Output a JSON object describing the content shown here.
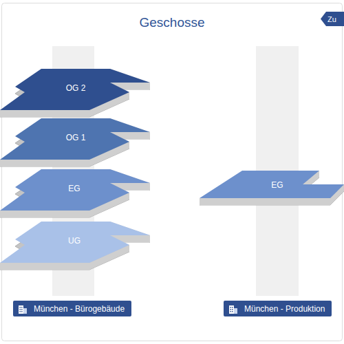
{
  "diagram": {
    "title": "Geschosse",
    "nodes": [
      {
        "text": [
          "Zu"
        ]
      },
      {
        "text": [
          "OG 2"
        ]
      },
      {
        "text": [
          "OG 1"
        ]
      },
      {
        "text": [
          "EG"
        ]
      },
      {
        "text": [
          "UG"
        ]
      },
      {
        "text": [
          "EG"
        ]
      },
      {
        "text": [
          "München - Bürogebäude"
        ]
      },
      {
        "text": [
          "München - Produktion"
        ]
      }
    ]
  }
}
